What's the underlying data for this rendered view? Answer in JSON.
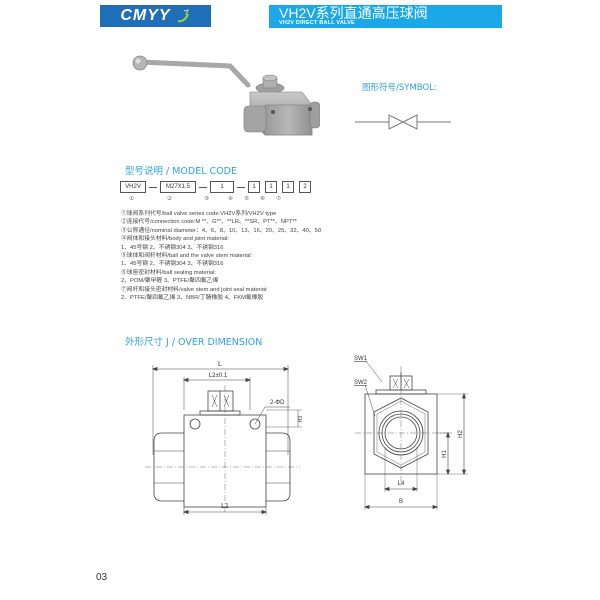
{
  "header": {
    "logo_text": "CMYY",
    "title_cn": "VH2V系列直通高压球阀",
    "title_en": "VH2V DIRECT BALL VALVE",
    "logo_bg": "#1f6fb8",
    "title_bg": "#1aa8e8"
  },
  "symbol": {
    "label": "图形符号/SYMBOL:"
  },
  "model_code": {
    "title": "型号说明 / MODEL CODE",
    "fields": [
      {
        "value": "VH2V",
        "index": "①"
      },
      {
        "value": "M27X1.5",
        "index": "②"
      },
      {
        "value": "1",
        "index": "③"
      },
      {
        "value": "1",
        "index": "④"
      },
      {
        "value": "1",
        "index": "⑤"
      },
      {
        "value": "1",
        "index": "⑥"
      },
      {
        "value": "2",
        "index": "⑦"
      }
    ],
    "descriptions": [
      "①球阀系列代号/ball valve series code:VH2V系列/VH2V type",
      "②连接代号/connection code:M **、G**、**LR、**SR、PT**、NPT**",
      "③公称通径/nominal diameter：4、6、8、10、13、16、20、25、32、40、50",
      "④阀体和接头材料/body and joint material:",
      "1、45号钢   2、不锈钢304   3、不锈钢316",
      "⑤球体和阀杆材料/ball and the valve stem material:",
      "1、45号钢   2、不锈钢304   3、不锈钢316",
      "⑥球座密封材料/ball sealing material:",
      "2、POM/聚甲醛 3、PTFE/聚四氟乙烯",
      "⑦阀杆和接头密封材料/valve stem and joint seal materiat",
      "2、PTFE/聚四氟乙烯 3、NBR/丁腈橡胶 4、FKM氟橡胶"
    ]
  },
  "dimension": {
    "title": "外形尺寸 J / OVER DIMENSION",
    "front_labels": {
      "L": "L",
      "L2": "L2±0.1",
      "holes": "2-ΦD",
      "H3": "H3",
      "L1": "L1"
    },
    "side_labels": {
      "SW1": "SW1",
      "SW2": "SW2",
      "H2": "H2",
      "H1": "H1",
      "L4": "L4",
      "B": "B"
    }
  },
  "footer": {
    "page_number": "03"
  }
}
